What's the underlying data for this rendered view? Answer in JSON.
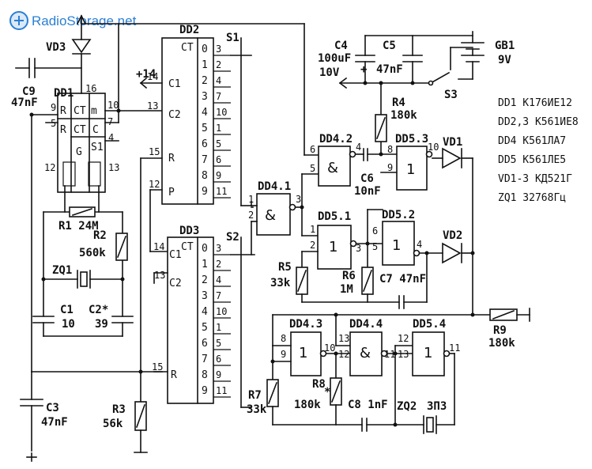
{
  "watermark": {
    "text": "RadioStorage.net"
  },
  "chips": {
    "dd1": {
      "name": "DD1",
      "pins": [
        "16",
        "9",
        "5",
        "10",
        "7",
        "4",
        "12",
        "13"
      ],
      "cells": [
        "R",
        "CT",
        "m",
        "R",
        "CT",
        "C",
        "G",
        "S1"
      ]
    },
    "dd2": {
      "name": "DD2",
      "ct": "CT",
      "in": [
        "C1",
        "C2",
        "R",
        "P"
      ],
      "in_pins": [
        "14",
        "13",
        "15",
        "12"
      ],
      "outs": [
        "0",
        "1",
        "2",
        "3",
        "4",
        "5",
        "6",
        "7",
        "8",
        "9"
      ],
      "out_pins": [
        "3",
        "2",
        "4",
        "7",
        "10",
        "1",
        "5",
        "6",
        "9",
        "11"
      ]
    },
    "dd3": {
      "name": "DD3",
      "ct": "CT",
      "in": [
        "C1",
        "C2",
        "R"
      ],
      "in_pins": [
        "14",
        "13",
        "15"
      ],
      "outs": [
        "0",
        "1",
        "2",
        "3",
        "4",
        "5",
        "6",
        "7",
        "8",
        "9"
      ],
      "out_pins": [
        "3",
        "2",
        "4",
        "7",
        "10",
        "1",
        "5",
        "6",
        "9",
        "11"
      ]
    }
  },
  "gates": {
    "dd4_1": {
      "name": "DD4.1",
      "sym": "&",
      "pins": [
        "1",
        "2",
        "3"
      ]
    },
    "dd4_2": {
      "name": "DD4.2",
      "sym": "&",
      "pins": [
        "6",
        "5",
        "4"
      ]
    },
    "dd4_3": {
      "name": "DD4.3",
      "sym": "1",
      "pins": [
        "8",
        "9",
        "10"
      ]
    },
    "dd4_4": {
      "name": "DD4.4",
      "sym": "&",
      "pins": [
        "13",
        "12",
        "11"
      ]
    },
    "dd5_1": {
      "name": "DD5.1",
      "sym": "1",
      "pins": [
        "1",
        "2",
        "3"
      ]
    },
    "dd5_2": {
      "name": "DD5.2",
      "sym": "1",
      "pins": [
        "6",
        "5",
        "4"
      ]
    },
    "dd5_3": {
      "name": "DD5.3",
      "sym": "1",
      "pins": [
        "8",
        "9",
        "10"
      ]
    },
    "dd5_4": {
      "name": "DD5.4",
      "sym": "1",
      "pins": [
        "12",
        "13",
        "11"
      ]
    }
  },
  "components": {
    "vd3": "VD3",
    "vd1": "VD1",
    "vd2": "VD2",
    "c9": "C9",
    "c9v": "47nF",
    "c4": "C4",
    "c4v1": "100uF",
    "c4v2": "10V",
    "c5": "C5",
    "c5v": "47nF",
    "gb1": "GB1",
    "gb1v": "9V",
    "s1": "S1",
    "s2": "S2",
    "s3": "S3",
    "r1": "R1 24M",
    "r2": "R2",
    "r2v": "560k",
    "r3": "R3",
    "r3v": "56k",
    "r4": "R4",
    "r4v": "180k",
    "r5": "R5",
    "r5v": "33k",
    "r6": "R6",
    "r6v": "1M",
    "r7": "R7",
    "r7v": "33k",
    "r8": "R8",
    "r8v": "180k",
    "r9": "R9",
    "r9v": "180k",
    "c1": "C1",
    "c1v": "10",
    "c2": "C2*",
    "c2v": "39",
    "c3": "C3",
    "c3v": "47nF",
    "c6": "C6",
    "c6v": "10nF",
    "c7": "C7 47nF",
    "c8": "C8 1nF",
    "zq1": "ZQ1",
    "zq2": "ZQ2",
    "zq2v": "ЗП3",
    "plus14": "+14",
    "asterisk": "*"
  },
  "parts_list": [
    "DD1 K176ИЕ12",
    "DD2,3 K561ИЕ8",
    "DD4 K561ЛА7",
    "DD5 K561ЛЕ5",
    "VD1-3 КД521Г",
    "ZQ1 32768Гц"
  ]
}
